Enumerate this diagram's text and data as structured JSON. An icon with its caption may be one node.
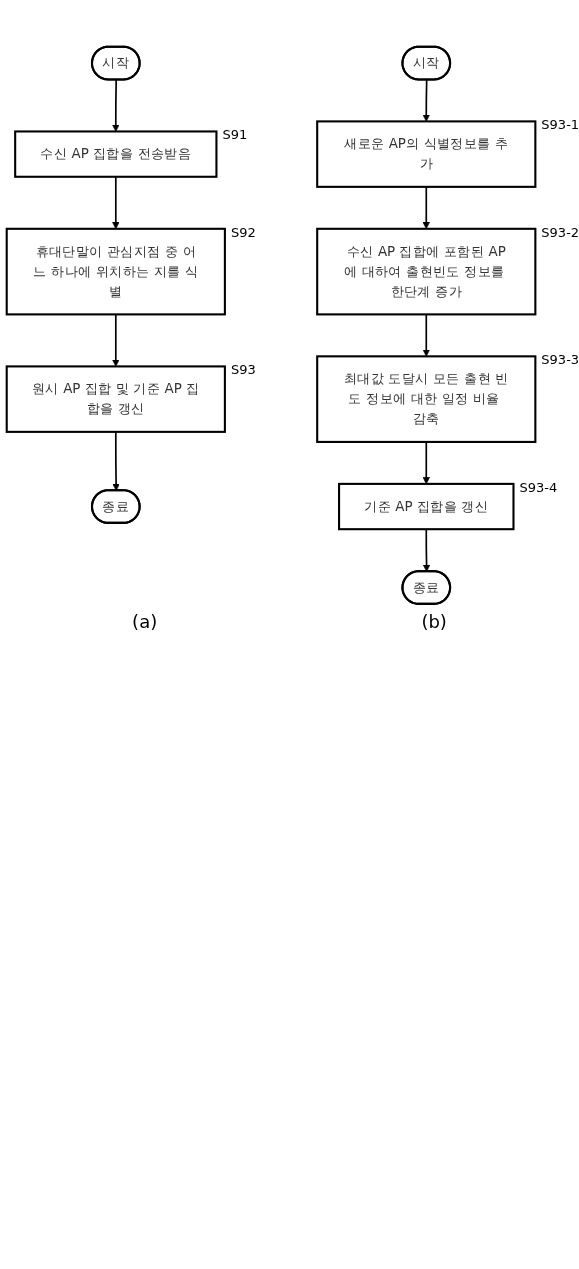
{
  "diagram": {
    "nodes": [
      {
        "text": [
          "시작"
        ]
      },
      {
        "text": [
          "수신 AP 집합을 전송받음"
        ],
        "beside": [
          "S91"
        ]
      },
      {
        "text": [
          "휴대단말이 관심지점 중 어느 하나에 위치하는 지를 식별"
        ],
        "beside": [
          "S92"
        ]
      },
      {
        "text": [
          "원시 AP 집합 및 기준 AP 집합을 갱신"
        ],
        "beside": [
          "S93"
        ]
      },
      {
        "text": [
          "종료"
        ]
      },
      {
        "text": [
          "시작"
        ]
      },
      {
        "text": [
          "새로운 AP의 식별정보를 추가"
        ],
        "beside": [
          "S93-1"
        ]
      },
      {
        "text": [
          "수신 AP 집합에 포함된 AP에 대하여 출현빈도 정보를 한단계 증가"
        ],
        "beside": [
          "S93-2"
        ]
      },
      {
        "text": [
          "최대값 도달시 모든 출현 빈도 정보에 대한 일정 비율 감축"
        ],
        "beside": [
          "S93-3"
        ]
      },
      {
        "text": [
          "기준 AP 집합을 갱신"
        ],
        "beside": [
          "S93-4"
        ]
      },
      {
        "text": [
          "종료"
        ]
      }
    ],
    "edges": [
      {
        "from": 0,
        "to": 1,
        "arrow": "to"
      },
      {
        "from": 1,
        "to": 2,
        "arrow": "to"
      },
      {
        "from": 2,
        "to": 3,
        "arrow": "to"
      },
      {
        "from": 3,
        "to": 4,
        "arrow": "to"
      },
      {
        "from": 5,
        "to": 6,
        "arrow": "to"
      },
      {
        "from": 6,
        "to": 7,
        "arrow": "to"
      },
      {
        "from": 7,
        "to": 8,
        "arrow": "to"
      },
      {
        "from": 8,
        "to": 9,
        "arrow": "to"
      },
      {
        "from": 9,
        "to": 10,
        "arrow": "to"
      }
    ],
    "labels": [
      "(a)",
      "(b)"
    ]
  }
}
